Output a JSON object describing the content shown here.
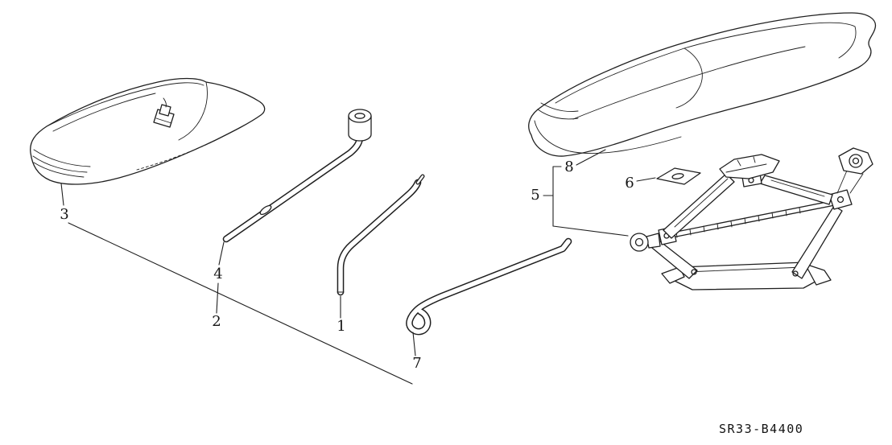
{
  "diagram": {
    "code": "SR33-B4400",
    "colors": {
      "background": "#ffffff",
      "line": "#1f1f1f",
      "text": "#141414"
    },
    "callouts": [
      {
        "label": "1",
        "part": "jack-handle-bar"
      },
      {
        "label": "2",
        "part": "wheel-nut-wrench"
      },
      {
        "label": "3",
        "part": "tool-bag"
      },
      {
        "label": "4",
        "part": "wrench-extension-bar"
      },
      {
        "label": "5",
        "part": "pantograph-jack"
      },
      {
        "label": "6",
        "part": "caution-plate"
      },
      {
        "label": "7",
        "part": "hook-rod"
      },
      {
        "label": "8",
        "part": "jack-cover-bag"
      }
    ]
  }
}
